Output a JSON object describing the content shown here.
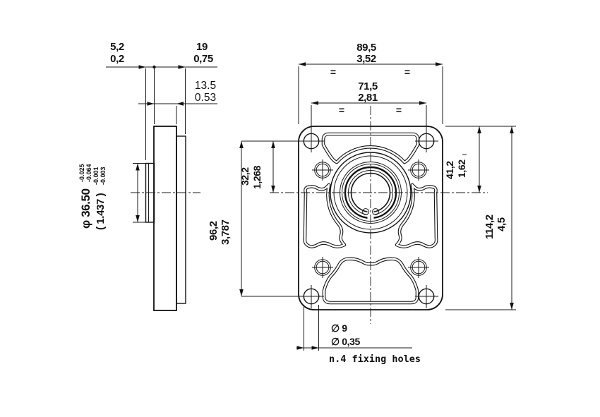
{
  "side_view": {
    "dim_boss_thickness": {
      "mm": "5,2",
      "inch": "0,2"
    },
    "dim_total_depth": {
      "mm": "19",
      "inch": "0,75"
    },
    "dim_flange_thickness": {
      "mm": "13.5",
      "inch": "0.53"
    },
    "dim_pilot": {
      "mm": "φ 36.50",
      "mm_tol_upper": "-0.025",
      "mm_tol_lower": "-0.064",
      "inch": "( 1.437 )",
      "inch_tol_upper": "-0.001",
      "inch_tol_lower": "-0.003"
    }
  },
  "front_view": {
    "dim_width": {
      "mm": "89,5",
      "inch": "3,52"
    },
    "dim_hole_spacing_h": {
      "mm": "71,5",
      "inch": "2,81"
    },
    "dim_center_to_hole": {
      "mm": "32,2",
      "inch": "1,268"
    },
    "dim_hole_spacing_v": {
      "mm": "96,2",
      "inch": "3,787"
    },
    "dim_top_to_center": {
      "mm": "41,2",
      "inch": "1,62"
    },
    "dim_height": {
      "mm": "114,2",
      "inch": "4,5"
    },
    "fixing_holes": {
      "diameter_mm": "∅ 9",
      "diameter_inch": "∅ 0,35",
      "note": "n.4 fixing holes"
    },
    "symmetry_symbol": "="
  }
}
